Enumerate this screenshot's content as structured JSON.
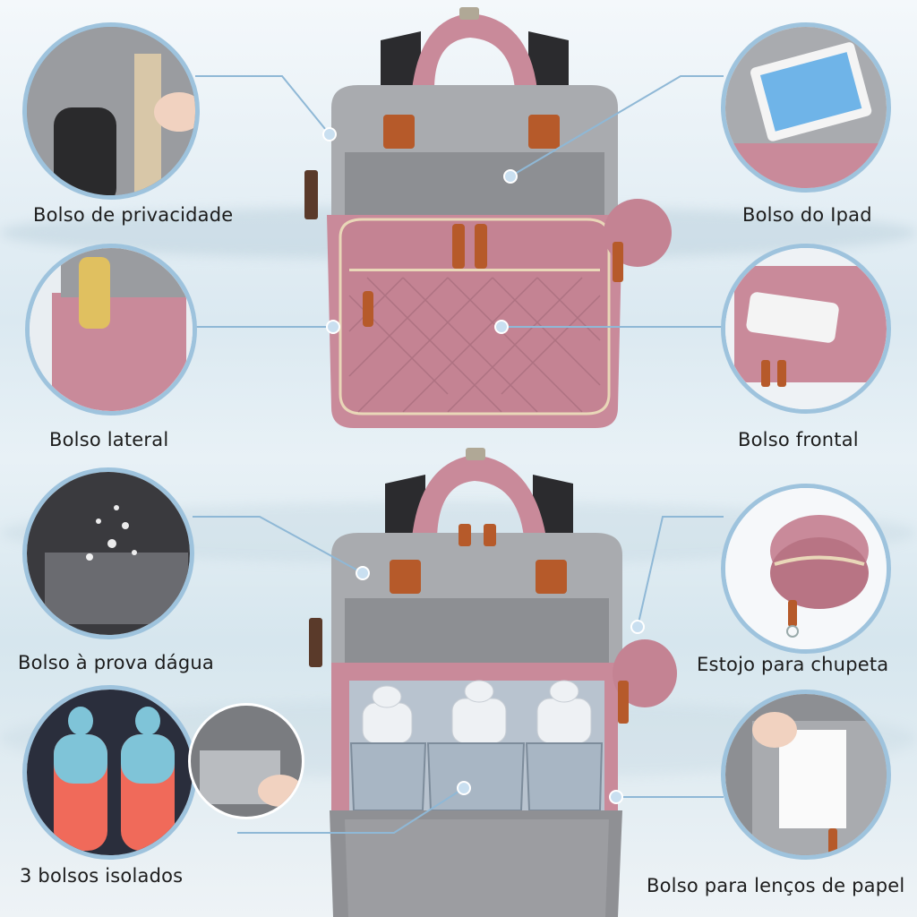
{
  "labels": {
    "privacy": "Bolso de privacidade",
    "ipad": "Bolso do Ipad",
    "side": "Bolso lateral",
    "front": "Bolso frontal",
    "waterproof": "Bolso à prova dágua",
    "pacifier": "Estojo para chupeta",
    "insulated": "3 bolsos isolados",
    "tissue": "Bolso para lenços de papel"
  },
  "colors": {
    "pink": "#c98a9a",
    "pink_dark": "#b06f80",
    "gray": "#8d8f93",
    "gray_light": "#a9abaf",
    "leather": "#b65a2a",
    "accent_line": "#8fb8d6"
  },
  "icons": [
    "backpack-illustration",
    "tablet-icon",
    "umbrella-icon",
    "phone-icon",
    "water-splash-icon",
    "pacifier-case-icon",
    "baby-bottle-icon",
    "tissue-icon"
  ]
}
